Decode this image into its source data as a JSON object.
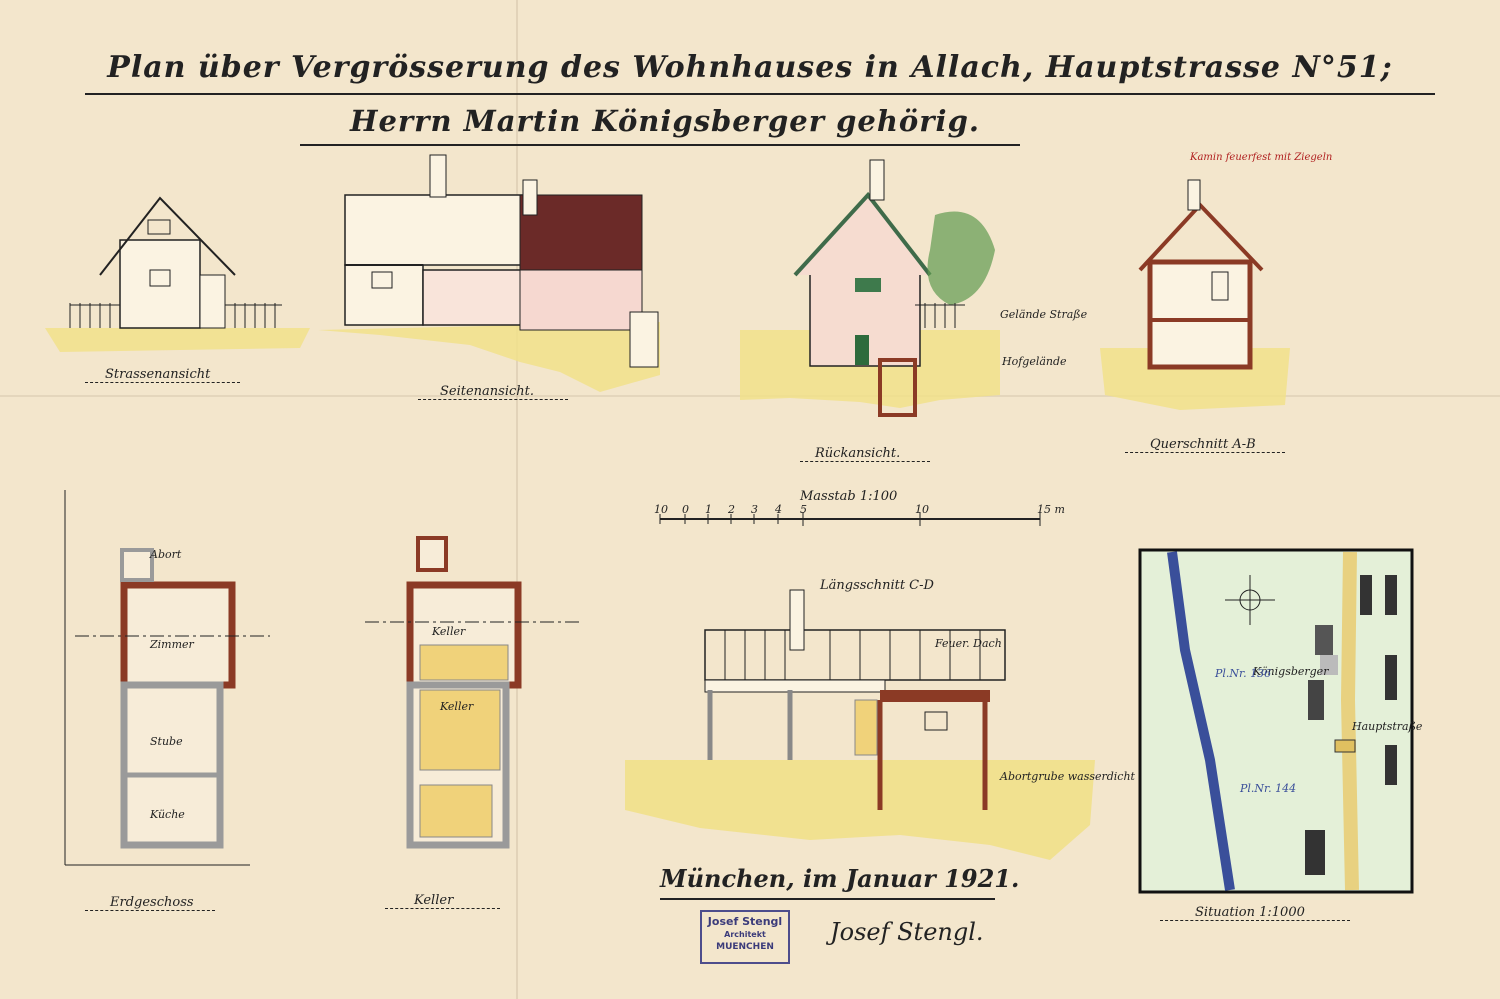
{
  "title": {
    "line1": "Plan über Vergrösserung des Wohnhauses in Allach, Hauptstrasse N°51;",
    "line2": "Herrn Martin Königsberger gehörig."
  },
  "labels": {
    "strassenansicht": "Strassenansicht",
    "seitenansicht": "Seitenansicht.",
    "rueckansicht": "Rückansicht.",
    "querschnitt": "Querschnitt A-B",
    "masstab": "Masstab 1:100",
    "laengsschnitt": "Längsschnitt C-D",
    "erdgeschoss": "Erdgeschoss",
    "keller": "Keller",
    "situation": "Situation 1:1000"
  },
  "scale": {
    "ticks": [
      "10",
      "0",
      "1",
      "2",
      "3",
      "4",
      "5",
      "10",
      "15 m"
    ]
  },
  "annotations": {
    "gelaende_strasse": "Gelände Straße",
    "hofgelaende": "Hofgelände",
    "red_note": "Kamin feuerfest mit Ziegeln",
    "feuer_dach": "Feuer. Dach",
    "abortgrube": "Abortgrube wasserdicht"
  },
  "rooms": {
    "zimmer": "Zimmer",
    "stube": "Stube",
    "kueche": "Küche",
    "abort": "Abort",
    "keller1": "Keller",
    "keller2": "Keller"
  },
  "situation": {
    "owner": "Königsberger",
    "plot_136": "Pl.Nr. 136",
    "plot_144": "Pl.Nr. 144",
    "street": "Hauptstraße"
  },
  "footer": {
    "place_date": "München, im Januar 1921.",
    "stamp": {
      "name": "Josef Stengl",
      "title": "Architekt",
      "city": "MUENCHEN"
    },
    "signature": "Josef Stengl."
  }
}
